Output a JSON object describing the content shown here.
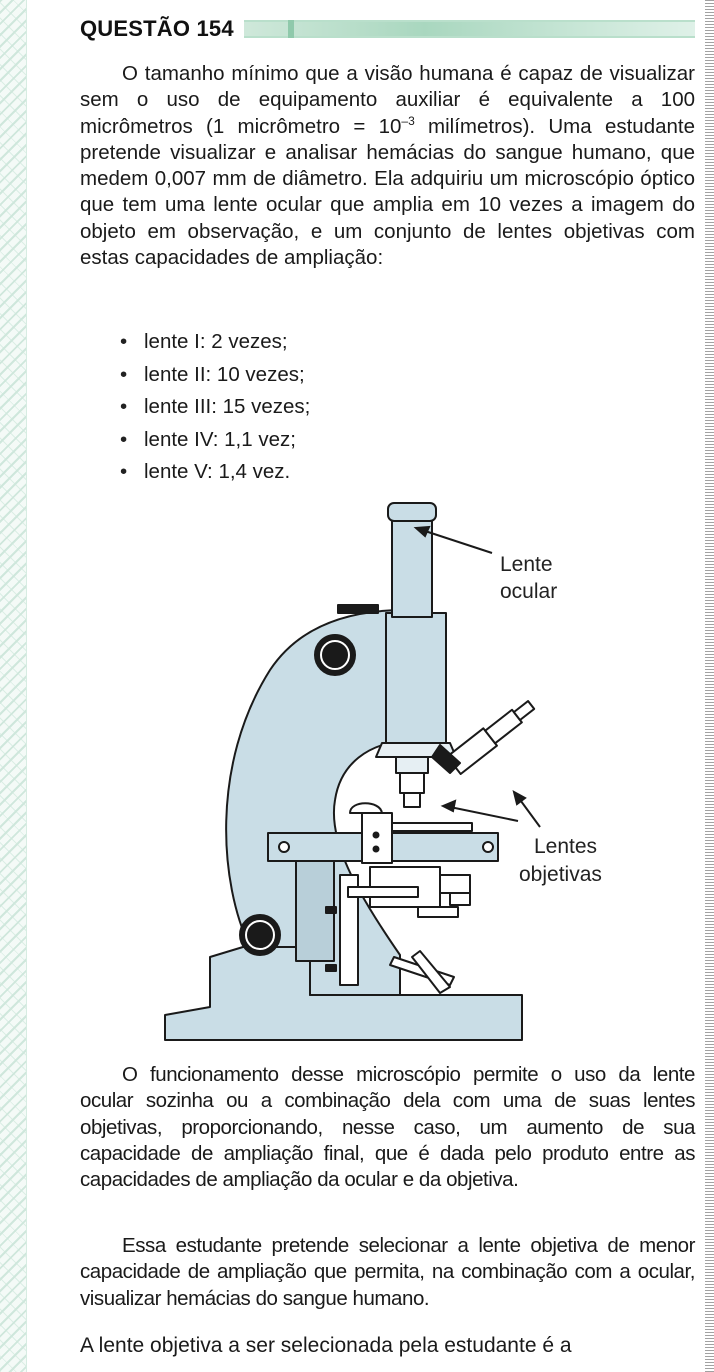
{
  "header": {
    "title": "QUESTÃO 154"
  },
  "paragraph1": {
    "before_exp": "O tamanho mínimo que a visão humana é capaz de visualizar sem o uso de equipamento auxiliar é equivalente a 100 micrômetros (1 micrômetro = 10",
    "exponent": "–3",
    "after_exp": " milímetros). Uma estudante pretende visualizar e analisar hemácias do sangue humano, que medem 0,007 mm de diâmetro. Ela adquiriu um microscópio óptico que tem uma lente ocular que amplia em 10 vezes a imagem do objeto em observação, e um conjunto de lentes objetivas com estas capacidades de ampliação:"
  },
  "options": [
    "lente I: 2 vezes;",
    "lente II: 10 vezes;",
    "lente III: 15 vezes;",
    "lente IV: 1,1 vez;",
    "lente V: 1,4 vez."
  ],
  "figure": {
    "label_ocular_line1": "Lente",
    "label_ocular_line2": "ocular",
    "label_objetivas_line1": "Lentes",
    "label_objetivas_line2": "objetivas"
  },
  "paragraph2": "O funcionamento desse microscópio permite o uso da lente ocular sozinha ou a combinação dela com uma de suas lentes objetivas, proporcionando, nesse caso, um aumento de sua capacidade de ampliação final, que é dada pelo produto entre as capacidades de ampliação da ocular e da objetiva.",
  "paragraph3": "Essa estudante pretende selecionar a lente objetiva de menor capacidade de ampliação que permita, na combinação com a ocular, visualizar hemácias do sangue humano.",
  "question": "A lente objetiva a ser selecionada pela estudante é a"
}
